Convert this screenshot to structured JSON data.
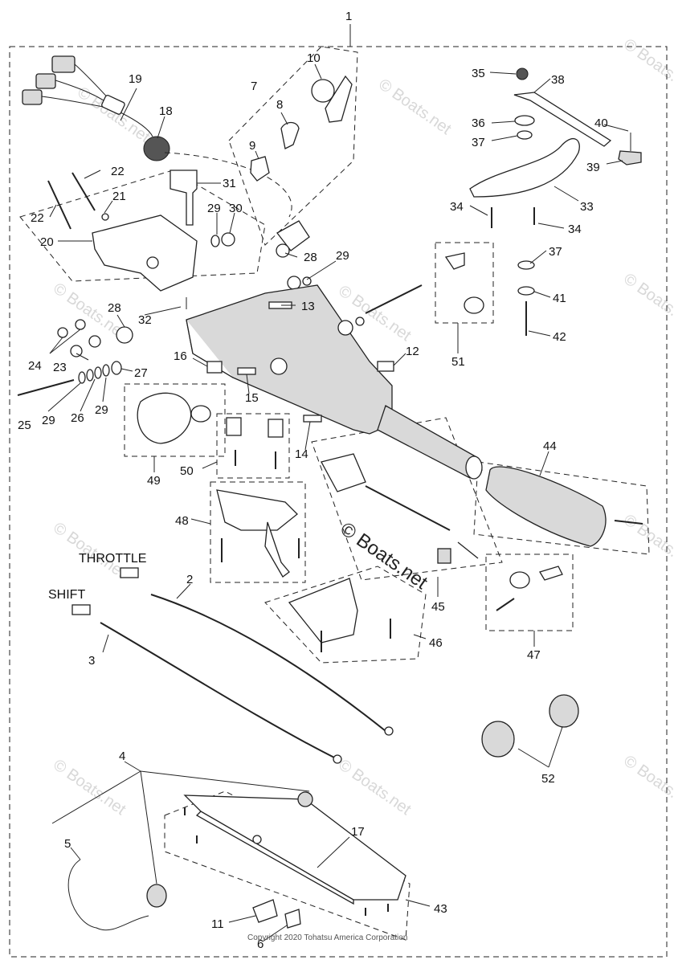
{
  "diagram": {
    "callouts": [
      {
        "id": "c1",
        "text": "1"
      },
      {
        "id": "c2",
        "text": "2"
      },
      {
        "id": "c3",
        "text": "3"
      },
      {
        "id": "c4",
        "text": "4"
      },
      {
        "id": "c5",
        "text": "5"
      },
      {
        "id": "c6",
        "text": "6"
      },
      {
        "id": "c7",
        "text": "7"
      },
      {
        "id": "c8",
        "text": "8"
      },
      {
        "id": "c9",
        "text": "9"
      },
      {
        "id": "c10",
        "text": "10"
      },
      {
        "id": "c11",
        "text": "11"
      },
      {
        "id": "c12",
        "text": "12"
      },
      {
        "id": "c13",
        "text": "13"
      },
      {
        "id": "c14",
        "text": "14"
      },
      {
        "id": "c15",
        "text": "15"
      },
      {
        "id": "c16",
        "text": "16"
      },
      {
        "id": "c17",
        "text": "17"
      },
      {
        "id": "c18",
        "text": "18"
      },
      {
        "id": "c19",
        "text": "19"
      },
      {
        "id": "c20",
        "text": "20"
      },
      {
        "id": "c21",
        "text": "21"
      },
      {
        "id": "c22a",
        "text": "22"
      },
      {
        "id": "c22b",
        "text": "22"
      },
      {
        "id": "c23",
        "text": "23"
      },
      {
        "id": "c24",
        "text": "24"
      },
      {
        "id": "c25",
        "text": "25"
      },
      {
        "id": "c26",
        "text": "26"
      },
      {
        "id": "c27",
        "text": "27"
      },
      {
        "id": "c28a",
        "text": "28"
      },
      {
        "id": "c28b",
        "text": "28"
      },
      {
        "id": "c29a",
        "text": "29"
      },
      {
        "id": "c29b",
        "text": "29"
      },
      {
        "id": "c29c",
        "text": "29"
      },
      {
        "id": "c29d",
        "text": "29"
      },
      {
        "id": "c30",
        "text": "30"
      },
      {
        "id": "c31",
        "text": "31"
      },
      {
        "id": "c32",
        "text": "32"
      },
      {
        "id": "c33",
        "text": "33"
      },
      {
        "id": "c34a",
        "text": "34"
      },
      {
        "id": "c34b",
        "text": "34"
      },
      {
        "id": "c35",
        "text": "35"
      },
      {
        "id": "c36",
        "text": "36"
      },
      {
        "id": "c37a",
        "text": "37"
      },
      {
        "id": "c37b",
        "text": "37"
      },
      {
        "id": "c38",
        "text": "38"
      },
      {
        "id": "c39",
        "text": "39"
      },
      {
        "id": "c40",
        "text": "40"
      },
      {
        "id": "c41",
        "text": "41"
      },
      {
        "id": "c42",
        "text": "42"
      },
      {
        "id": "c43",
        "text": "43"
      },
      {
        "id": "c44",
        "text": "44"
      },
      {
        "id": "c45",
        "text": "45"
      },
      {
        "id": "c46",
        "text": "46"
      },
      {
        "id": "c47",
        "text": "47"
      },
      {
        "id": "c48",
        "text": "48"
      },
      {
        "id": "c49",
        "text": "49"
      },
      {
        "id": "c50",
        "text": "50"
      },
      {
        "id": "c51",
        "text": "51"
      },
      {
        "id": "c52",
        "text": "52"
      }
    ],
    "cable_labels": {
      "throttle": "THROTTLE",
      "shift": "SHIFT"
    },
    "watermark": "© Boats.net",
    "copyright": "Copyright 2020 Tohatsu America Corporation"
  }
}
